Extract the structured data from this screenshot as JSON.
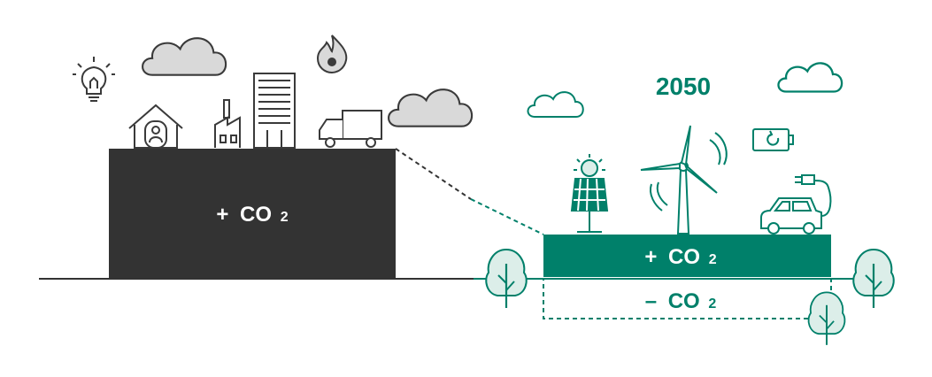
{
  "colors": {
    "emissions_block": "#333333",
    "teal": "#00806a",
    "cloud_gray": "#d9d9d9",
    "outline": "#3a3a3a",
    "tree_fill": "#dceee9"
  },
  "current": {
    "block_label": {
      "sign": "+",
      "text": "CO",
      "sub": "2"
    },
    "icons": [
      "lightbulb-icon",
      "cloud-icon",
      "flame-icon",
      "house-icon",
      "factory-icon",
      "office-building-icon",
      "truck-icon",
      "cloud-icon"
    ]
  },
  "future": {
    "year": "2050",
    "emission_label": {
      "sign": "+",
      "text": "CO",
      "sub": "2"
    },
    "removal_label": {
      "sign": "–",
      "text": "CO",
      "sub": "2"
    },
    "icons": [
      "cloud-outline-icon",
      "cloud-outline-icon",
      "battery-icon",
      "solar-panel-icon",
      "wind-turbine-icon",
      "electric-car-icon",
      "tree-icon"
    ]
  }
}
